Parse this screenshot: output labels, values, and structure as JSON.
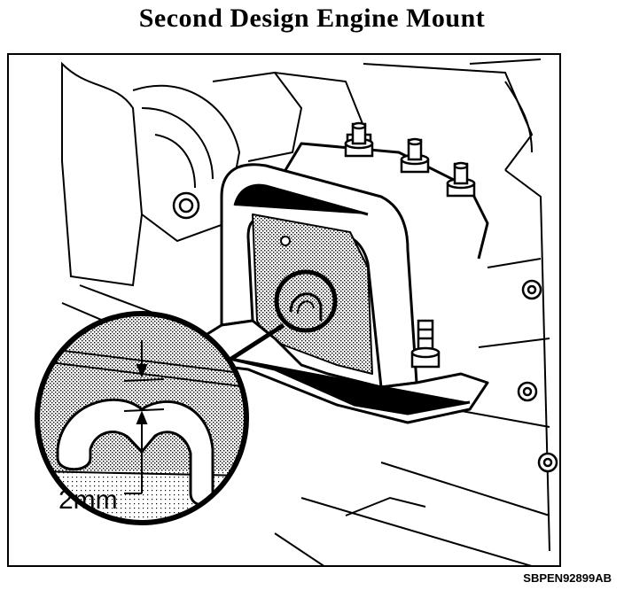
{
  "title": "Second Design Engine Mount",
  "dimension_label": "2mm",
  "figure_code": "SBPEN92899AB"
}
